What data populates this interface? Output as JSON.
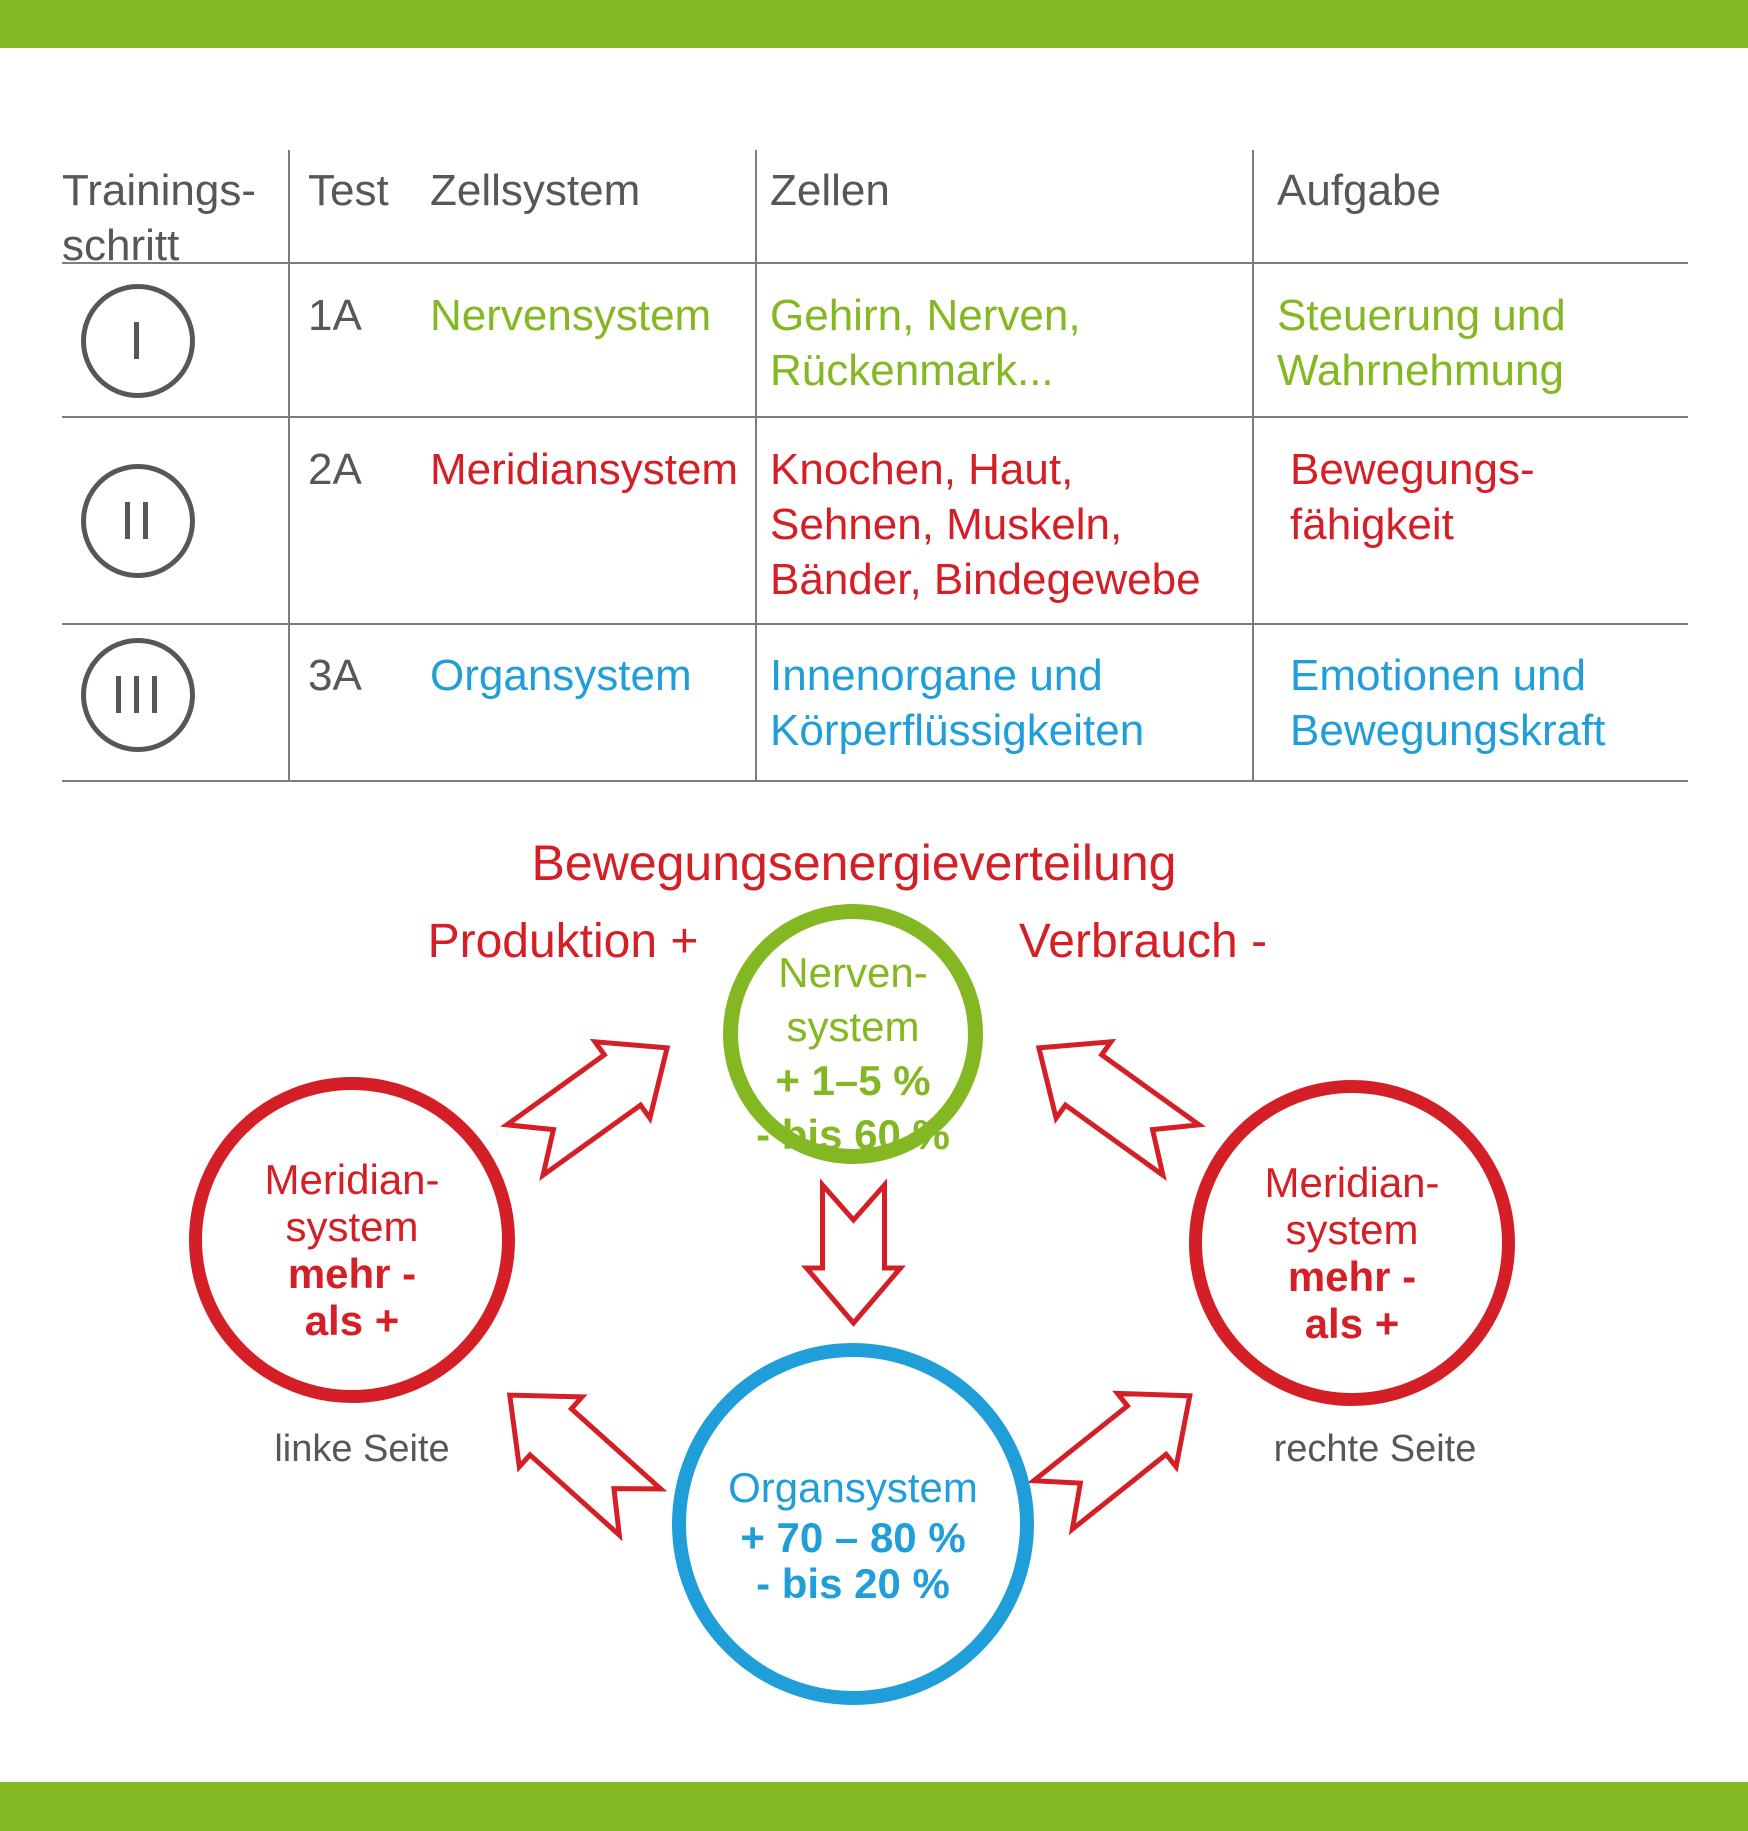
{
  "colors": {
    "green": "#84b822",
    "red": "#d41f26",
    "blue": "#1f9ed9",
    "gray": "#575756",
    "table_line": "#7d7d7d"
  },
  "table": {
    "header": {
      "col1_line1": "Trainings-",
      "col1_line2": "schritt",
      "col2a": "Test",
      "col2b": "Zellsystem",
      "col3": "Zellen",
      "col4": "Aufgabe"
    },
    "rows": [
      {
        "step": "I",
        "test": "1A",
        "system": "Nervensystem",
        "cells": [
          "Gehirn, Nerven,",
          "Rückenmark..."
        ],
        "task": [
          "Steuerung und",
          "Wahrnehmung"
        ]
      },
      {
        "step": "II",
        "test": "2A",
        "system": "Meridiansystem",
        "cells": [
          "Knochen, Haut,",
          "Sehnen, Muskeln,",
          "Bänder, Bindegewebe"
        ],
        "task": [
          "Bewegungs-",
          "fähigkeit"
        ]
      },
      {
        "step": "III",
        "test": "3A",
        "system": "Organsystem",
        "cells": [
          "Innenorgane und",
          "Körperflüssigkeiten"
        ],
        "task": [
          "Emotionen und",
          "Bewegungskraft"
        ]
      }
    ]
  },
  "diagram": {
    "title": "Bewegungsenergieverteilung",
    "production_label": "Produktion +",
    "consumption_label": "Verbrauch -",
    "nerve_circle": {
      "line1": "Nerven-",
      "line2": "system",
      "gain": "+ 1–5 %",
      "loss": "- bis 60 %"
    },
    "meridian_left_circle": {
      "line1": "Meridian-",
      "line2": "system",
      "line3": "mehr -",
      "line4": "als +"
    },
    "meridian_right_circle": {
      "line1": "Meridian-",
      "line2": "system",
      "line3": "mehr -",
      "line4": "als +"
    },
    "organ_circle": {
      "name": "Organsystem",
      "gain": "+ 70 – 80 %",
      "loss": "- bis 20 %"
    },
    "left_side_label": "linke Seite",
    "right_side_label": "rechte Seite"
  }
}
